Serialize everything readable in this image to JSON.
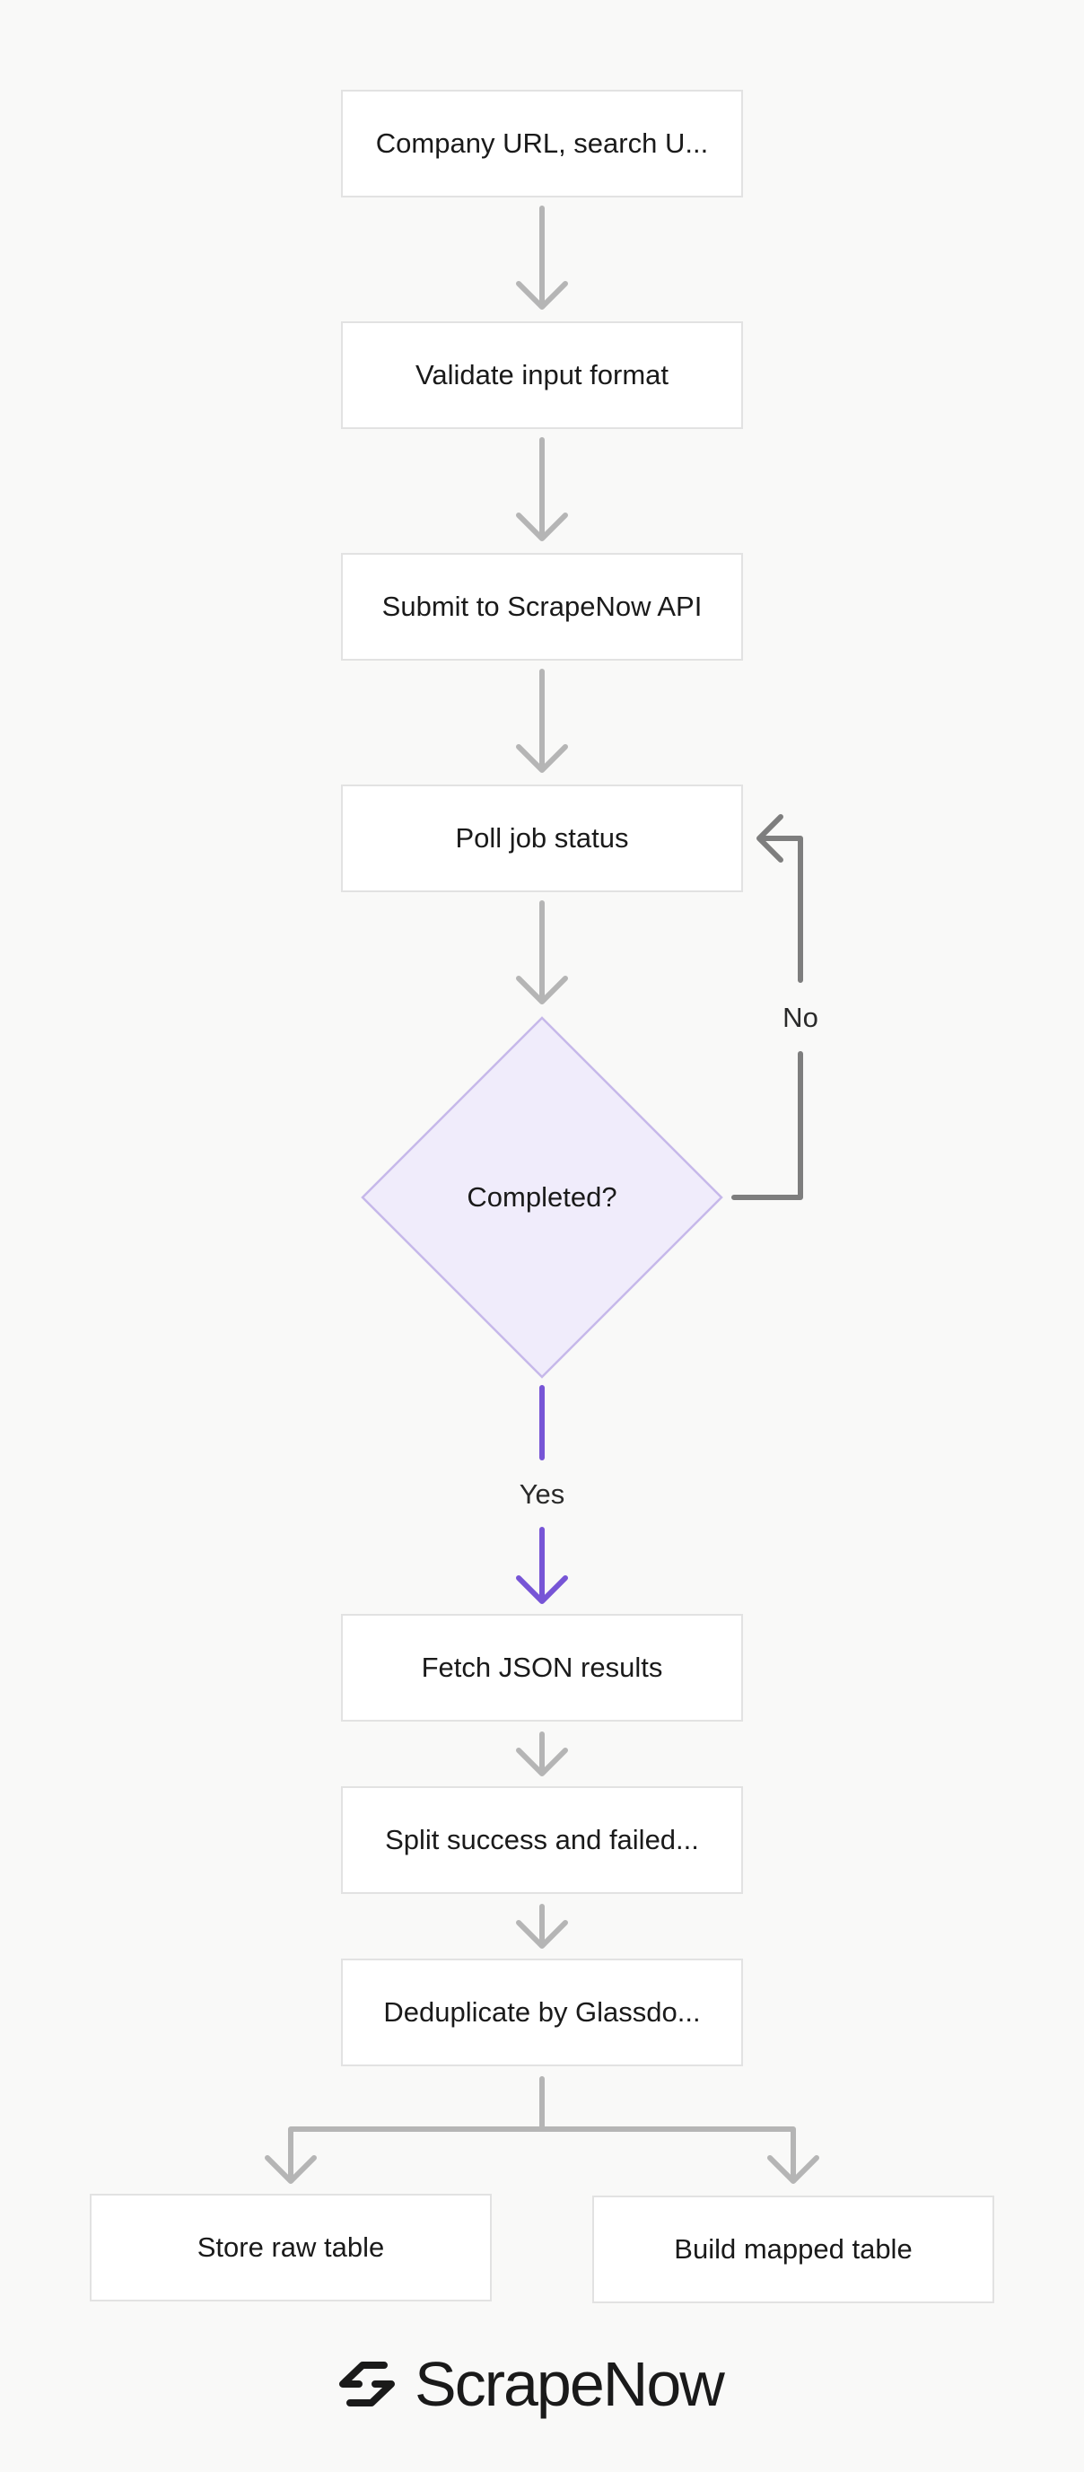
{
  "nodes": {
    "input": "Company URL, search U...",
    "validate": "Validate input format",
    "submit": "Submit to ScrapeNow API",
    "poll": "Poll job status",
    "decision": "Completed?",
    "fetch": "Fetch JSON results",
    "split": "Split success and failed...",
    "dedupe": "Deduplicate by Glassdo...",
    "store_raw": "Store raw table",
    "build_mapped": "Build mapped table"
  },
  "edges": {
    "no_label": "No",
    "yes_label": "Yes"
  },
  "colors": {
    "arrow": "#b5b5b5",
    "loop": "#7e7e7e",
    "yes": "#7755d6",
    "diamond_fill": "#f0ecfb",
    "diamond_stroke": "#c6b8ea"
  },
  "brand": {
    "name": "ScrapeNow",
    "logo_icon": "scrapenow-logo-icon"
  }
}
